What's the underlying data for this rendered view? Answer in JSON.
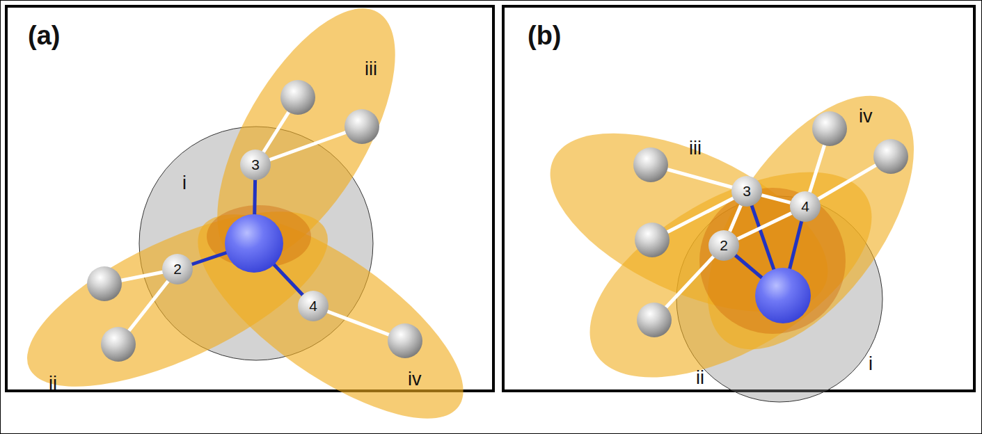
{
  "diagram": {
    "nodes": [
      {
        "text": [
          "2"
        ]
      },
      {
        "text": [
          "3"
        ]
      },
      {
        "text": [
          "4"
        ]
      },
      {
        "text": [
          "2"
        ]
      },
      {
        "text": [
          "3"
        ]
      },
      {
        "text": [
          "4"
        ]
      }
    ],
    "edges": [
      {
        "from": 4,
        "to": 3,
        "arrow": "none"
      },
      {
        "from": 4,
        "to": 5,
        "arrow": "none"
      },
      {
        "from": 3,
        "to": 5,
        "arrow": "none"
      }
    ],
    "labels": [
      "(a)",
      "iii",
      "i",
      "ii",
      "iv",
      "(b)",
      "iii",
      "iv",
      "i",
      "ii"
    ]
  }
}
